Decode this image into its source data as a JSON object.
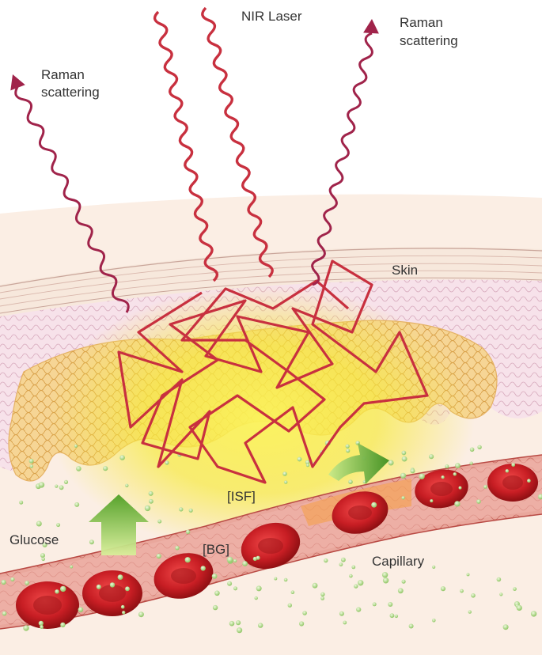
{
  "labels": {
    "nir_laser": "NIR Laser",
    "raman_left_1": "Raman",
    "raman_left_2": "scattering",
    "raman_right_1": "Raman",
    "raman_right_2": "scattering",
    "skin": "Skin",
    "isf": "[ISF]",
    "bg": "[BG]",
    "glucose": "Glucose",
    "capillary": "Capillary"
  },
  "colors": {
    "laser": "#c8303f",
    "raman": "#a0234a",
    "blood_cell": "#c81e24",
    "glucose_dot": "#a9d67a",
    "arrow_green": "#7fbf3a",
    "skin_cells": "#f2c77a",
    "epidermis_pink": "#f2d7e0",
    "glow_yellow": "#f7ea3e"
  },
  "icons": [
    "up-arrow-icon",
    "diagonal-arrow-icon"
  ]
}
